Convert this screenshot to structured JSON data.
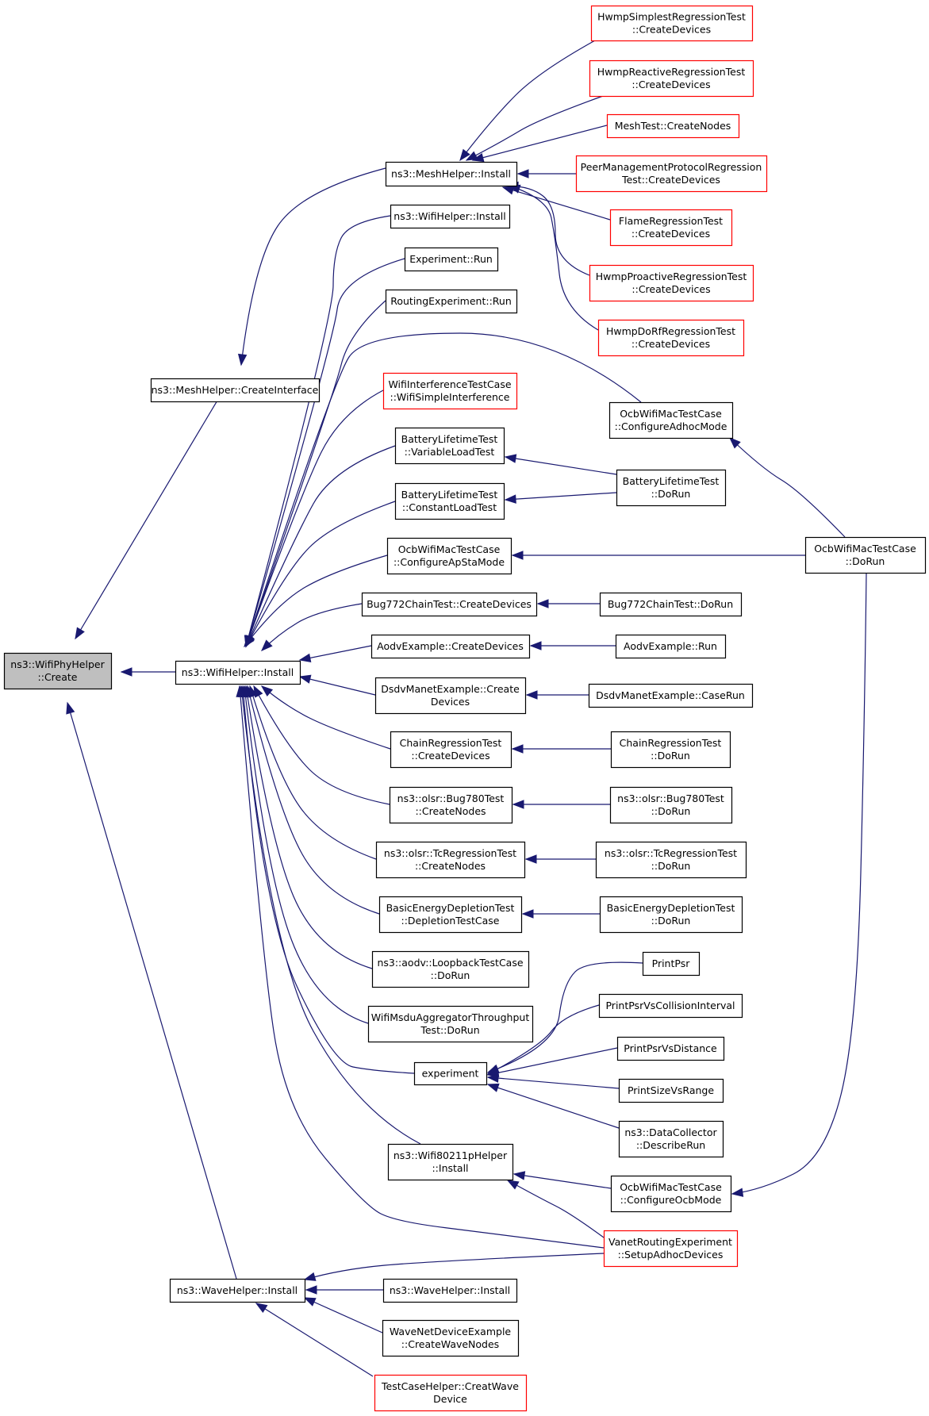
{
  "root_id": "wphc",
  "nodes": [
    {
      "id": "wphc",
      "lines": [
        "ns3::WifiPhyHelper",
        "::Create"
      ],
      "border": "black"
    },
    {
      "id": "mhci",
      "lines": [
        "ns3::MeshHelper::CreateInterface"
      ],
      "border": "black"
    },
    {
      "id": "whi",
      "lines": [
        "ns3::WifiHelper::Install"
      ],
      "border": "black"
    },
    {
      "id": "wvhi",
      "lines": [
        "ns3::WaveHelper::Install"
      ],
      "border": "black"
    },
    {
      "id": "mhi",
      "lines": [
        "ns3::MeshHelper::Install"
      ],
      "border": "black"
    },
    {
      "id": "whi2",
      "lines": [
        "ns3::WifiHelper::Install"
      ],
      "border": "black"
    },
    {
      "id": "exprun",
      "lines": [
        "Experiment::Run"
      ],
      "border": "black"
    },
    {
      "id": "rexprun",
      "lines": [
        "RoutingExperiment::Run"
      ],
      "border": "black"
    },
    {
      "id": "witc",
      "lines": [
        "WifiInterferenceTestCase",
        "::WifiSimpleInterference"
      ],
      "border": "red"
    },
    {
      "id": "bltv",
      "lines": [
        "BatteryLifetimeTest",
        "::VariableLoadTest"
      ],
      "border": "black"
    },
    {
      "id": "bltc",
      "lines": [
        "BatteryLifetimeTest",
        "::ConstantLoadTest"
      ],
      "border": "black"
    },
    {
      "id": "ocbap",
      "lines": [
        "OcbWifiMacTestCase",
        "::ConfigureApStaMode"
      ],
      "border": "black"
    },
    {
      "id": "bug772cd",
      "lines": [
        "Bug772ChainTest::CreateDevices"
      ],
      "border": "black"
    },
    {
      "id": "aodvcd",
      "lines": [
        "AodvExample::CreateDevices"
      ],
      "border": "black"
    },
    {
      "id": "dsdvcd",
      "lines": [
        "DsdvManetExample::Create",
        "Devices"
      ],
      "border": "black"
    },
    {
      "id": "chaincd",
      "lines": [
        "ChainRegressionTest",
        "::CreateDevices"
      ],
      "border": "black"
    },
    {
      "id": "olsrbug",
      "lines": [
        "ns3::olsr::Bug780Test",
        "::CreateNodes"
      ],
      "border": "black"
    },
    {
      "id": "olsrtc",
      "lines": [
        "ns3::olsr::TcRegressionTest",
        "::CreateNodes"
      ],
      "border": "black"
    },
    {
      "id": "bedt",
      "lines": [
        "BasicEnergyDepletionTest",
        "::DepletionTestCase"
      ],
      "border": "black"
    },
    {
      "id": "aodvloop",
      "lines": [
        "ns3::aodv::LoopbackTestCase",
        "::DoRun"
      ],
      "border": "black"
    },
    {
      "id": "wmsdu",
      "lines": [
        "WifiMsduAggregatorThroughput",
        "Test::DoRun"
      ],
      "border": "black"
    },
    {
      "id": "experiment",
      "lines": [
        "experiment"
      ],
      "border": "black"
    },
    {
      "id": "w80211p",
      "lines": [
        "ns3::Wifi80211pHelper",
        "::Install"
      ],
      "border": "black"
    },
    {
      "id": "wvhi2",
      "lines": [
        "ns3::WaveHelper::Install"
      ],
      "border": "black"
    },
    {
      "id": "wavenet",
      "lines": [
        "WaveNetDeviceExample",
        "::CreateWaveNodes"
      ],
      "border": "black"
    },
    {
      "id": "tchelper",
      "lines": [
        "TestCaseHelper::CreatWave",
        "Device"
      ],
      "border": "red"
    },
    {
      "id": "hwmpsimp",
      "lines": [
        "HwmpSimplestRegressionTest",
        "::CreateDevices"
      ],
      "border": "red"
    },
    {
      "id": "hwmpreac",
      "lines": [
        "HwmpReactiveRegressionTest",
        "::CreateDevices"
      ],
      "border": "red"
    },
    {
      "id": "meshtest",
      "lines": [
        "MeshTest::CreateNodes"
      ],
      "border": "red"
    },
    {
      "id": "peermgmt",
      "lines": [
        "PeerManagementProtocolRegression",
        "Test::CreateDevices"
      ],
      "border": "red"
    },
    {
      "id": "flame",
      "lines": [
        "FlameRegressionTest",
        "::CreateDevices"
      ],
      "border": "red"
    },
    {
      "id": "hwmpproa",
      "lines": [
        "HwmpProactiveRegressionTest",
        "::CreateDevices"
      ],
      "border": "red"
    },
    {
      "id": "hwmpdorf",
      "lines": [
        "HwmpDoRfRegressionTest",
        "::CreateDevices"
      ],
      "border": "red"
    },
    {
      "id": "ocbadhoc",
      "lines": [
        "OcbWifiMacTestCase",
        "::ConfigureAdhocMode"
      ],
      "border": "black"
    },
    {
      "id": "bltdorun",
      "lines": [
        "BatteryLifetimeTest",
        "::DoRun"
      ],
      "border": "black"
    },
    {
      "id": "ocbdorun",
      "lines": [
        "OcbWifiMacTestCase",
        "::DoRun"
      ],
      "border": "black"
    },
    {
      "id": "bug772dr",
      "lines": [
        "Bug772ChainTest::DoRun"
      ],
      "border": "black"
    },
    {
      "id": "aodvrun",
      "lines": [
        "AodvExample::Run"
      ],
      "border": "black"
    },
    {
      "id": "dsdvrun",
      "lines": [
        "DsdvManetExample::CaseRun"
      ],
      "border": "black"
    },
    {
      "id": "chaindr",
      "lines": [
        "ChainRegressionTest",
        "::DoRun"
      ],
      "border": "black"
    },
    {
      "id": "olsrbugdr",
      "lines": [
        "ns3::olsr::Bug780Test",
        "::DoRun"
      ],
      "border": "black"
    },
    {
      "id": "olsrtcdr",
      "lines": [
        "ns3::olsr::TcRegressionTest",
        "::DoRun"
      ],
      "border": "black"
    },
    {
      "id": "bedtdr",
      "lines": [
        "BasicEnergyDepletionTest",
        "::DoRun"
      ],
      "border": "black"
    },
    {
      "id": "printpsr",
      "lines": [
        "PrintPsr"
      ],
      "border": "black"
    },
    {
      "id": "printpsrci",
      "lines": [
        "PrintPsrVsCollisionInterval"
      ],
      "border": "black"
    },
    {
      "id": "printpsrd",
      "lines": [
        "PrintPsrVsDistance"
      ],
      "border": "black"
    },
    {
      "id": "printsvr",
      "lines": [
        "PrintSizeVsRange"
      ],
      "border": "black"
    },
    {
      "id": "datacoll",
      "lines": [
        "ns3::DataCollector",
        "::DescribeRun"
      ],
      "border": "black"
    },
    {
      "id": "ocbocb",
      "lines": [
        "OcbWifiMacTestCase",
        "::ConfigureOcbMode"
      ],
      "border": "black"
    },
    {
      "id": "vanet",
      "lines": [
        "VanetRoutingExperiment",
        "::SetupAdhocDevices"
      ],
      "border": "red"
    }
  ],
  "edges": [
    {
      "from": "mhci",
      "to": "wphc"
    },
    {
      "from": "whi",
      "to": "wphc"
    },
    {
      "from": "wvhi",
      "to": "wphc"
    },
    {
      "from": "mhi",
      "to": "mhci"
    },
    {
      "from": "whi2",
      "to": "whi"
    },
    {
      "from": "exprun",
      "to": "whi"
    },
    {
      "from": "rexprun",
      "to": "whi"
    },
    {
      "from": "ocbadhoc",
      "to": "whi"
    },
    {
      "from": "witc",
      "to": "whi"
    },
    {
      "from": "bltv",
      "to": "whi"
    },
    {
      "from": "bltc",
      "to": "whi"
    },
    {
      "from": "ocbap",
      "to": "whi"
    },
    {
      "from": "bug772cd",
      "to": "whi"
    },
    {
      "from": "aodvcd",
      "to": "whi"
    },
    {
      "from": "dsdvcd",
      "to": "whi"
    },
    {
      "from": "chaincd",
      "to": "whi"
    },
    {
      "from": "olsrbug",
      "to": "whi"
    },
    {
      "from": "olsrtc",
      "to": "whi"
    },
    {
      "from": "bedt",
      "to": "whi"
    },
    {
      "from": "aodvloop",
      "to": "whi"
    },
    {
      "from": "wmsdu",
      "to": "whi"
    },
    {
      "from": "experiment",
      "to": "whi"
    },
    {
      "from": "w80211p",
      "to": "whi"
    },
    {
      "from": "vanet",
      "to": "whi"
    },
    {
      "from": "wvhi2",
      "to": "wvhi"
    },
    {
      "from": "wavenet",
      "to": "wvhi"
    },
    {
      "from": "tchelper",
      "to": "wvhi"
    },
    {
      "from": "vanet",
      "to": "wvhi"
    },
    {
      "from": "hwmpsimp",
      "to": "mhi"
    },
    {
      "from": "hwmpreac",
      "to": "mhi"
    },
    {
      "from": "meshtest",
      "to": "mhi"
    },
    {
      "from": "peermgmt",
      "to": "mhi"
    },
    {
      "from": "flame",
      "to": "mhi"
    },
    {
      "from": "hwmpproa",
      "to": "mhi"
    },
    {
      "from": "hwmpdorf",
      "to": "mhi"
    },
    {
      "from": "bltdorun",
      "to": "bltv"
    },
    {
      "from": "bltdorun",
      "to": "bltc"
    },
    {
      "from": "ocbdorun",
      "to": "ocbap"
    },
    {
      "from": "ocbdorun",
      "to": "ocbadhoc"
    },
    {
      "from": "ocbdorun",
      "to": "ocbocb"
    },
    {
      "from": "bug772dr",
      "to": "bug772cd"
    },
    {
      "from": "aodvrun",
      "to": "aodvcd"
    },
    {
      "from": "dsdvrun",
      "to": "dsdvcd"
    },
    {
      "from": "chaindr",
      "to": "chaincd"
    },
    {
      "from": "olsrbugdr",
      "to": "olsrbug"
    },
    {
      "from": "olsrtcdr",
      "to": "olsrtc"
    },
    {
      "from": "bedtdr",
      "to": "bedt"
    },
    {
      "from": "printpsr",
      "to": "experiment"
    },
    {
      "from": "printpsrci",
      "to": "experiment"
    },
    {
      "from": "printpsrd",
      "to": "experiment"
    },
    {
      "from": "printsvr",
      "to": "experiment"
    },
    {
      "from": "datacoll",
      "to": "experiment"
    },
    {
      "from": "ocbocb",
      "to": "w80211p"
    },
    {
      "from": "vanet",
      "to": "w80211p"
    }
  ]
}
